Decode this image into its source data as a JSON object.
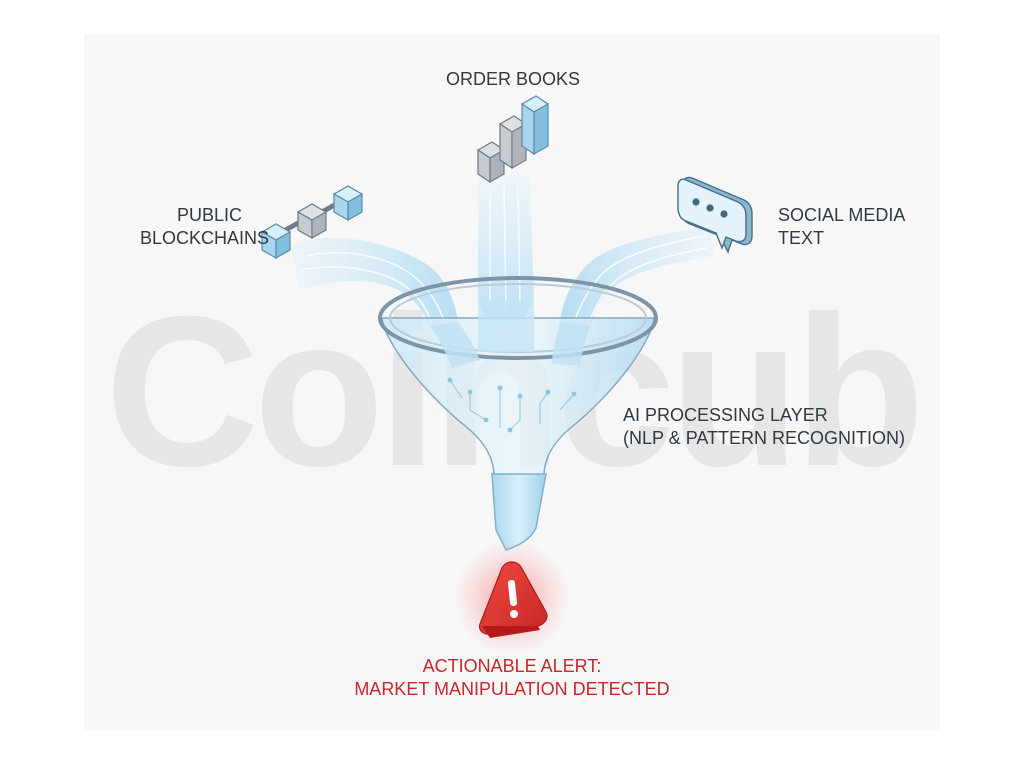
{
  "diagram": {
    "inputs": {
      "order_books": {
        "label": "ORDER BOOKS",
        "icon": "bar-chart-icon"
      },
      "public_blockchains": {
        "label_lines": [
          "PUBLIC",
          "BLOCKCHAINS"
        ],
        "icon": "blockchain-icon"
      },
      "social_media": {
        "label_lines": [
          "SOCIAL MEDIA",
          "TEXT"
        ],
        "icon": "chat-bubble-icon"
      }
    },
    "processing": {
      "label_lines": [
        "AI PROCESSING LAYER",
        "(NLP & PATTERN RECOGNITION)"
      ],
      "icon": "funnel-icon"
    },
    "output": {
      "label_lines": [
        "ACTIONABLE ALERT:",
        "MARKET MANIPULATION DETECTED"
      ],
      "icon": "warning-icon"
    },
    "watermark": "Coincub",
    "colors": {
      "stream": "#bfe4f7",
      "funnel": "#cdeaf8",
      "funnel_rim": "#8aa3b6",
      "text": "#2f3a45",
      "alert": "#c8282b",
      "block": "#a9d6ee",
      "block_gray": "#c9cdd2"
    }
  }
}
